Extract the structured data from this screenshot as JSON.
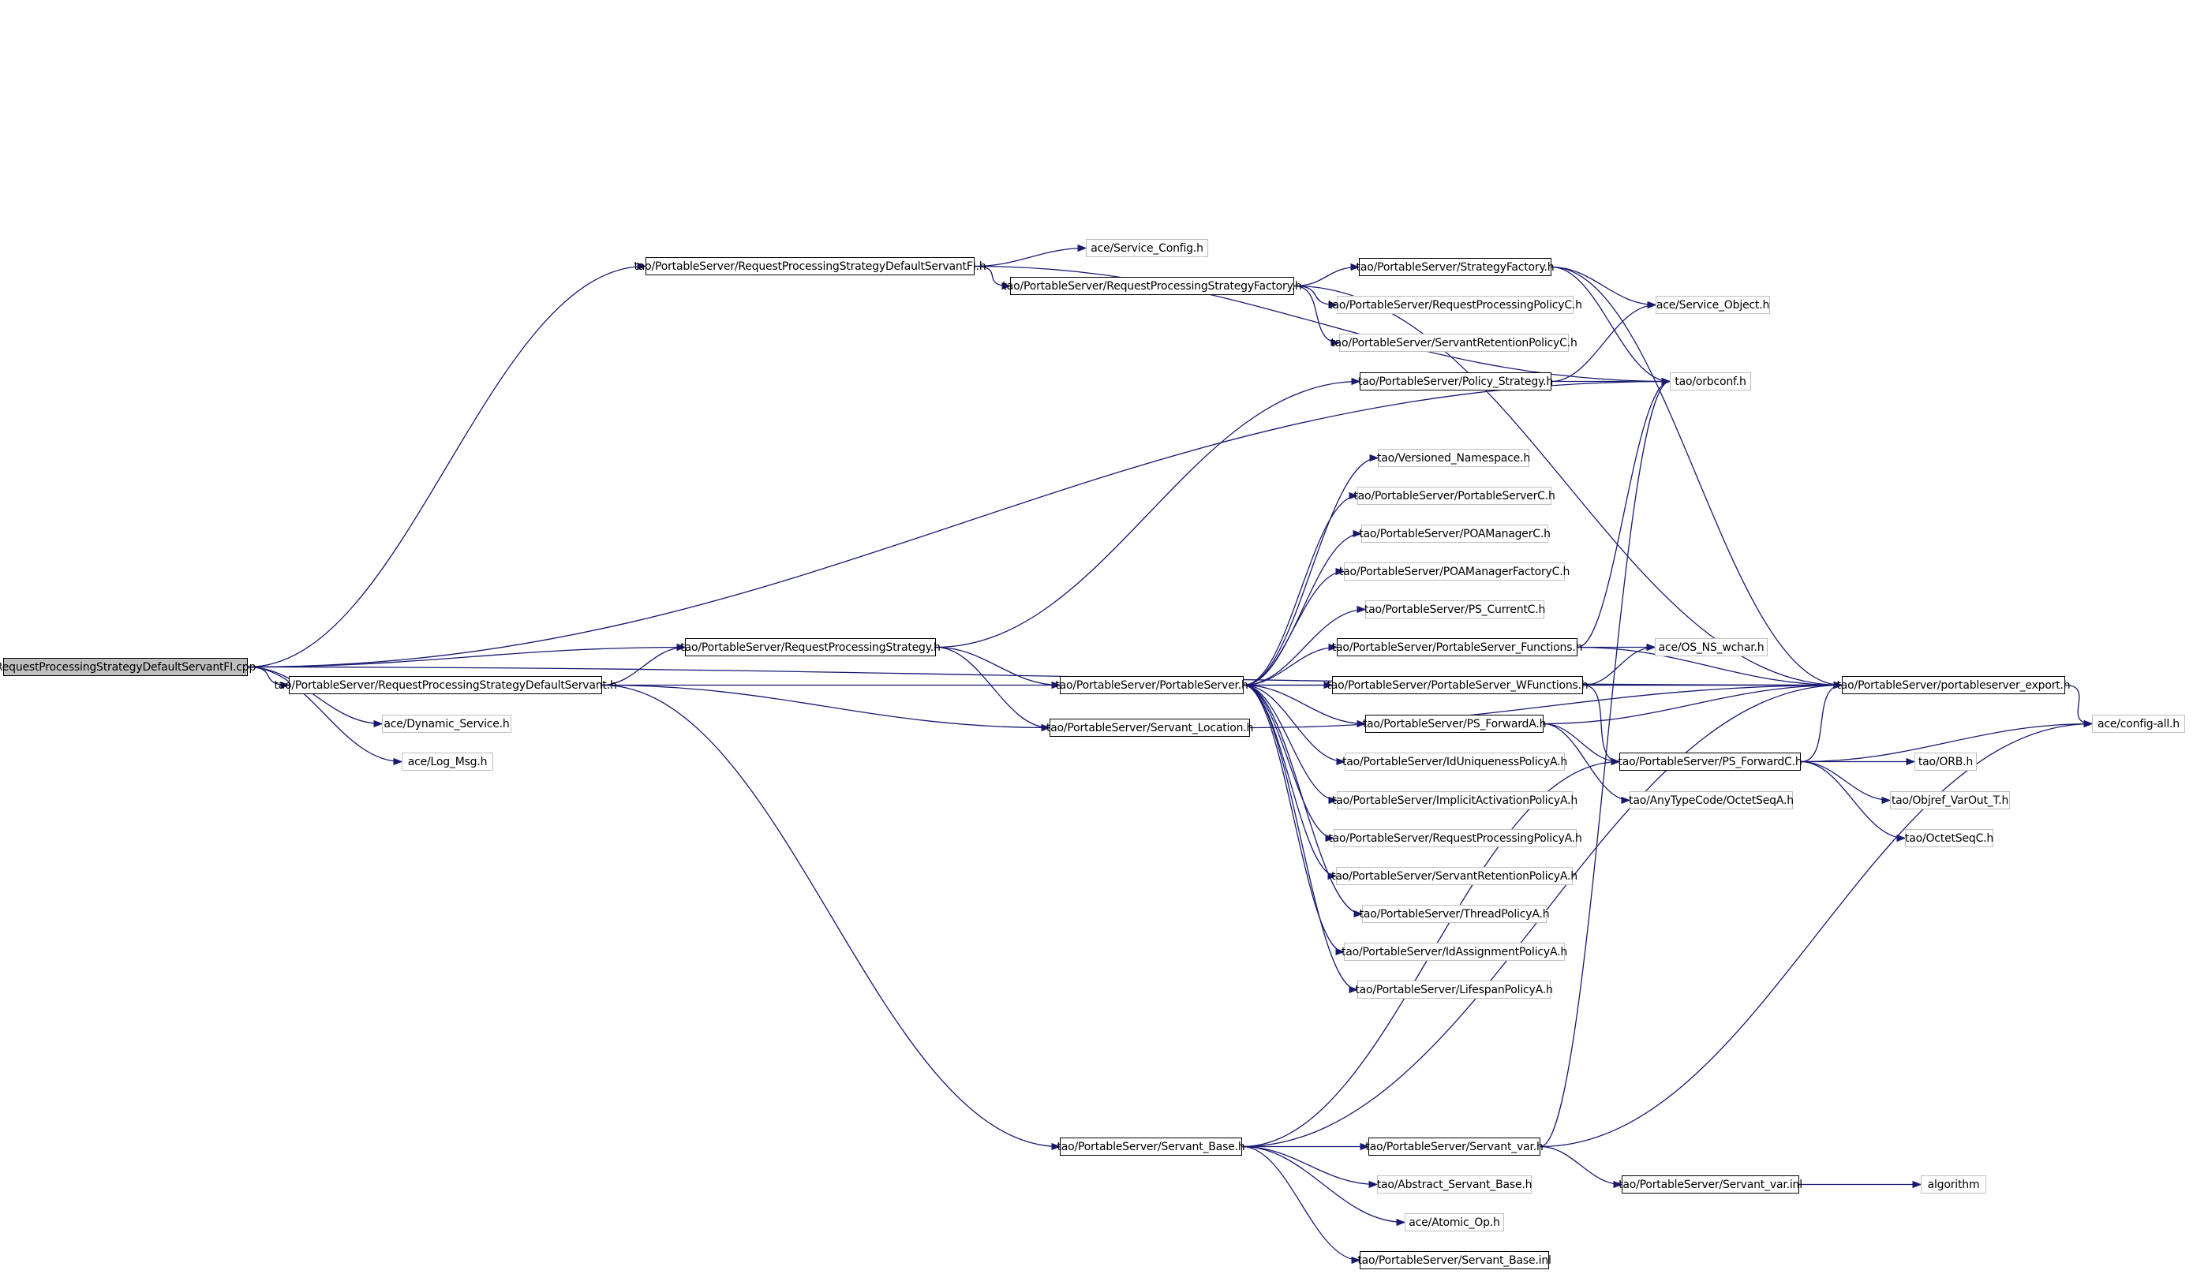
{
  "nodes": [
    {
      "id": "root",
      "label": "RequestProcessingStrategyDefaultServantFI.cpp",
      "style": "root"
    },
    {
      "id": "rpsdsfi_h",
      "label": "tao/PortableServer/RequestProcessingStrategyDefaultServantFI.h",
      "style": "solid"
    },
    {
      "id": "svc_config",
      "label": "ace/Service_Config.h",
      "style": "ghost"
    },
    {
      "id": "rps_factory",
      "label": "tao/PortableServer/RequestProcessingStrategyFactory.h",
      "style": "solid"
    },
    {
      "id": "strategy_factory",
      "label": "tao/PortableServer/StrategyFactory.h",
      "style": "solid"
    },
    {
      "id": "rp_policyc",
      "label": "tao/PortableServer/RequestProcessingPolicyC.h",
      "style": "ghost"
    },
    {
      "id": "service_object",
      "label": "ace/Service_Object.h",
      "style": "ghost"
    },
    {
      "id": "sr_policyc",
      "label": "tao/PortableServer/ServantRetentionPolicyC.h",
      "style": "ghost"
    },
    {
      "id": "policy_strategy",
      "label": "tao/PortableServer/Policy_Strategy.h",
      "style": "solid"
    },
    {
      "id": "orbconf",
      "label": "tao/orbconf.h",
      "style": "ghost"
    },
    {
      "id": "versioned_ns",
      "label": "tao/Versioned_Namespace.h",
      "style": "ghost"
    },
    {
      "id": "portableserverc",
      "label": "tao/PortableServer/PortableServerC.h",
      "style": "ghost"
    },
    {
      "id": "poamanagerc",
      "label": "tao/PortableServer/POAManagerC.h",
      "style": "ghost"
    },
    {
      "id": "poamanagerfactoryc",
      "label": "tao/PortableServer/POAManagerFactoryC.h",
      "style": "ghost"
    },
    {
      "id": "ps_currentc",
      "label": "tao/PortableServer/PS_CurrentC.h",
      "style": "ghost"
    },
    {
      "id": "rps_h",
      "label": "tao/PortableServer/RequestProcessingStrategy.h",
      "style": "solid"
    },
    {
      "id": "ps_functions",
      "label": "tao/PortableServer/PortableServer_Functions.h",
      "style": "solid"
    },
    {
      "id": "os_ns_wchar",
      "label": "ace/OS_NS_wchar.h",
      "style": "ghost"
    },
    {
      "id": "rpsds_h",
      "label": "tao/PortableServer/RequestProcessingStrategyDefaultServant.h",
      "style": "solid"
    },
    {
      "id": "portableserver_h",
      "label": "tao/PortableServer/PortableServer.h",
      "style": "solid"
    },
    {
      "id": "ps_wfunctions",
      "label": "tao/PortableServer/PortableServer_WFunctions.h",
      "style": "solid"
    },
    {
      "id": "ps_export",
      "label": "tao/PortableServer/portableserver_export.h",
      "style": "solid"
    },
    {
      "id": "dynamic_service",
      "label": "ace/Dynamic_Service.h",
      "style": "ghost"
    },
    {
      "id": "servant_location",
      "label": "tao/PortableServer/Servant_Location.h",
      "style": "solid"
    },
    {
      "id": "ps_forwarda",
      "label": "tao/PortableServer/PS_ForwardA.h",
      "style": "solid"
    },
    {
      "id": "config_all",
      "label": "ace/config-all.h",
      "style": "ghost"
    },
    {
      "id": "log_msg",
      "label": "ace/Log_Msg.h",
      "style": "ghost"
    },
    {
      "id": "iduniq",
      "label": "tao/PortableServer/IdUniquenessPolicyA.h",
      "style": "ghost"
    },
    {
      "id": "ps_forwardc",
      "label": "tao/PortableServer/PS_ForwardC.h",
      "style": "solid"
    },
    {
      "id": "orb_h",
      "label": "tao/ORB.h",
      "style": "ghost"
    },
    {
      "id": "anytype_octet",
      "label": "tao/AnyTypeCode/OctetSeqA.h",
      "style": "ghost"
    },
    {
      "id": "implicit",
      "label": "tao/PortableServer/ImplicitActivationPolicyA.h",
      "style": "ghost"
    },
    {
      "id": "objref_varout",
      "label": "tao/Objref_VarOut_T.h",
      "style": "ghost"
    },
    {
      "id": "rp_policya",
      "label": "tao/PortableServer/RequestProcessingPolicyA.h",
      "style": "ghost"
    },
    {
      "id": "octetseqc",
      "label": "tao/OctetSeqC.h",
      "style": "ghost"
    },
    {
      "id": "sr_policya",
      "label": "tao/PortableServer/ServantRetentionPolicyA.h",
      "style": "ghost"
    },
    {
      "id": "thread_policya",
      "label": "tao/PortableServer/ThreadPolicyA.h",
      "style": "ghost"
    },
    {
      "id": "idassign",
      "label": "tao/PortableServer/IdAssignmentPolicyA.h",
      "style": "ghost"
    },
    {
      "id": "lifespan",
      "label": "tao/PortableServer/LifespanPolicyA.h",
      "style": "ghost"
    },
    {
      "id": "servant_base_h",
      "label": "tao/PortableServer/Servant_Base.h",
      "style": "solid"
    },
    {
      "id": "servant_var_h",
      "label": "tao/PortableServer/Servant_var.h",
      "style": "solid"
    },
    {
      "id": "abstract_servant",
      "label": "tao/Abstract_Servant_Base.h",
      "style": "ghost"
    },
    {
      "id": "servant_var_inl",
      "label": "tao/PortableServer/Servant_var.inl",
      "style": "solid"
    },
    {
      "id": "algorithm",
      "label": "algorithm",
      "style": "ghost"
    },
    {
      "id": "atomic_op",
      "label": "ace/Atomic_Op.h",
      "style": "ghost"
    },
    {
      "id": "servant_base_inl",
      "label": "tao/PortableServer/Servant_Base.inl",
      "style": "solid"
    }
  ],
  "edges": [
    [
      "root",
      "rpsdsfi_h"
    ],
    [
      "root",
      "orbconf"
    ],
    [
      "root",
      "ps_export"
    ],
    [
      "root",
      "rps_h"
    ],
    [
      "root",
      "rpsds_h"
    ],
    [
      "root",
      "dynamic_service"
    ],
    [
      "root",
      "log_msg"
    ],
    [
      "rpsdsfi_h",
      "svc_config"
    ],
    [
      "rpsdsfi_h",
      "rps_factory"
    ],
    [
      "rpsdsfi_h",
      "orbconf"
    ],
    [
      "rps_factory",
      "strategy_factory"
    ],
    [
      "rps_factory",
      "rp_policyc"
    ],
    [
      "rps_factory",
      "sr_policyc"
    ],
    [
      "rps_factory",
      "ps_export"
    ],
    [
      "strategy_factory",
      "service_object"
    ],
    [
      "strategy_factory",
      "orbconf"
    ],
    [
      "strategy_factory",
      "ps_export"
    ],
    [
      "policy_strategy",
      "service_object"
    ],
    [
      "policy_strategy",
      "orbconf"
    ],
    [
      "rps_h",
      "policy_strategy"
    ],
    [
      "rps_h",
      "portableserver_h"
    ],
    [
      "rps_h",
      "servant_location"
    ],
    [
      "rpsds_h",
      "rps_h"
    ],
    [
      "rpsds_h",
      "portableserver_h"
    ],
    [
      "rpsds_h",
      "servant_location"
    ],
    [
      "rpsds_h",
      "servant_base_h"
    ],
    [
      "portableserver_h",
      "versioned_ns"
    ],
    [
      "portableserver_h",
      "portableserverc"
    ],
    [
      "portableserver_h",
      "poamanagerc"
    ],
    [
      "portableserver_h",
      "poamanagerfactoryc"
    ],
    [
      "portableserver_h",
      "ps_currentc"
    ],
    [
      "portableserver_h",
      "ps_functions"
    ],
    [
      "portableserver_h",
      "ps_wfunctions"
    ],
    [
      "portableserver_h",
      "ps_forwarda"
    ],
    [
      "portableserver_h",
      "ps_export"
    ],
    [
      "portableserver_h",
      "iduniq"
    ],
    [
      "portableserver_h",
      "implicit"
    ],
    [
      "portableserver_h",
      "rp_policya"
    ],
    [
      "portableserver_h",
      "sr_policya"
    ],
    [
      "portableserver_h",
      "thread_policya"
    ],
    [
      "portableserver_h",
      "idassign"
    ],
    [
      "portableserver_h",
      "lifespan"
    ],
    [
      "ps_functions",
      "os_ns_wchar"
    ],
    [
      "ps_functions",
      "ps_export"
    ],
    [
      "ps_functions",
      "orbconf"
    ],
    [
      "ps_wfunctions",
      "os_ns_wchar"
    ],
    [
      "ps_wfunctions",
      "ps_export"
    ],
    [
      "ps_wfunctions",
      "ps_forwardc"
    ],
    [
      "ps_forwarda",
      "ps_forwardc"
    ],
    [
      "ps_forwarda",
      "anytype_octet"
    ],
    [
      "ps_forwarda",
      "ps_export"
    ],
    [
      "ps_forwardc",
      "orb_h"
    ],
    [
      "ps_forwardc",
      "objref_varout"
    ],
    [
      "ps_forwardc",
      "octetseqc"
    ],
    [
      "ps_forwardc",
      "ps_export"
    ],
    [
      "ps_forwardc",
      "config_all"
    ],
    [
      "ps_export",
      "config_all"
    ],
    [
      "servant_location",
      "ps_export"
    ],
    [
      "servant_base_h",
      "servant_var_h"
    ],
    [
      "servant_base_h",
      "abstract_servant"
    ],
    [
      "servant_base_h",
      "atomic_op"
    ],
    [
      "servant_base_h",
      "servant_base_inl"
    ],
    [
      "servant_base_h",
      "ps_forwardc"
    ],
    [
      "servant_base_h",
      "ps_export"
    ],
    [
      "servant_var_h",
      "servant_var_inl"
    ],
    [
      "servant_var_h",
      "orbconf"
    ],
    [
      "servant_var_h",
      "config_all"
    ],
    [
      "servant_var_inl",
      "algorithm"
    ]
  ],
  "colors": {
    "edge": "#191970",
    "node_border": "#000000",
    "ghost_border": "#bfbfbf",
    "root_fill": "#bfbfbf"
  }
}
